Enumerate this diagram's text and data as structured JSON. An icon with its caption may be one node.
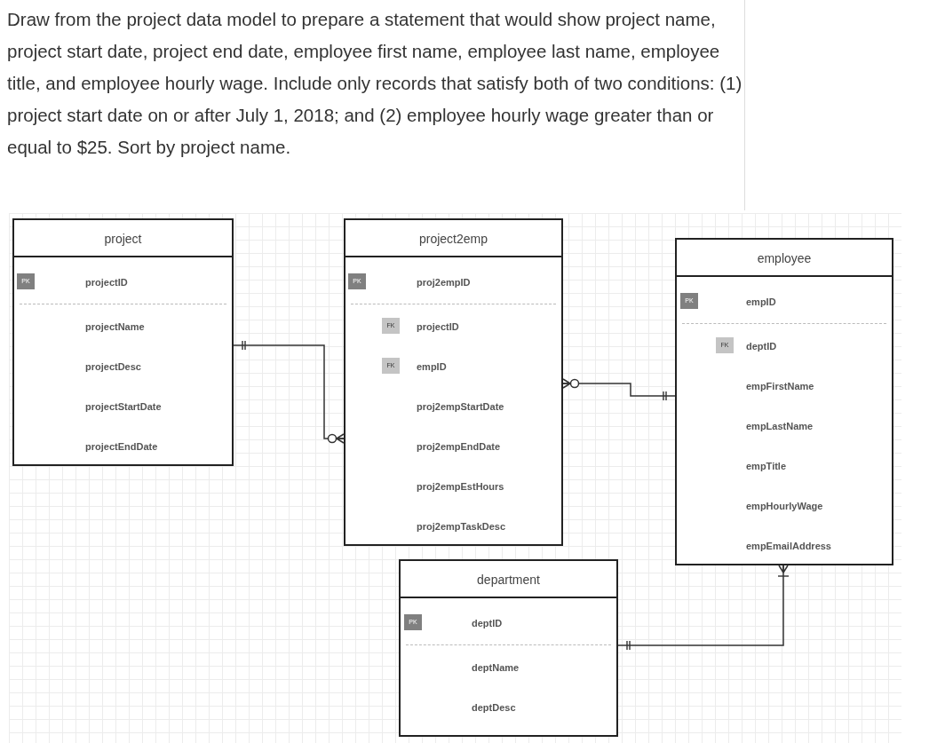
{
  "diagram": {
    "title": "Draw from the project data model to prepare a statement that would show project name, project start date, project end date, employee first name, employee last name, employee title, and employee hourly wage. Include only records that satisfy both of two conditions: (1) project start date on or after July 1, 2018; and (2) employee hourly wage greater than or equal to $25. Sort by project name.",
    "nodes": [
      {
        "text": [
          "project",
          "PK",
          "projectID",
          "projectName",
          "projectDesc",
          "projectStartDate",
          "projectEndDate"
        ]
      },
      {
        "text": [
          "project2emp",
          "PK",
          "proj2empID",
          "FK",
          "projectID",
          "FK",
          "empID",
          "proj2empStartDate",
          "proj2empEndDate",
          "proj2empEstHours",
          "proj2empTaskDesc"
        ]
      },
      {
        "text": [
          "employee",
          "PK",
          "empID",
          "FK",
          "deptID",
          "empFirstName",
          "empLastName",
          "empTitle",
          "empHourlyWage",
          "empEmailAddress"
        ]
      },
      {
        "text": [
          "department",
          "PK",
          "deptID",
          "deptName",
          "deptDesc"
        ]
      }
    ],
    "edges": [
      {
        "from": 0,
        "to": 1,
        "arrow": "other"
      },
      {
        "from": 1,
        "to": 2,
        "arrow": "other"
      },
      {
        "from": 3,
        "to": 2,
        "arrow": "other"
      }
    ]
  }
}
